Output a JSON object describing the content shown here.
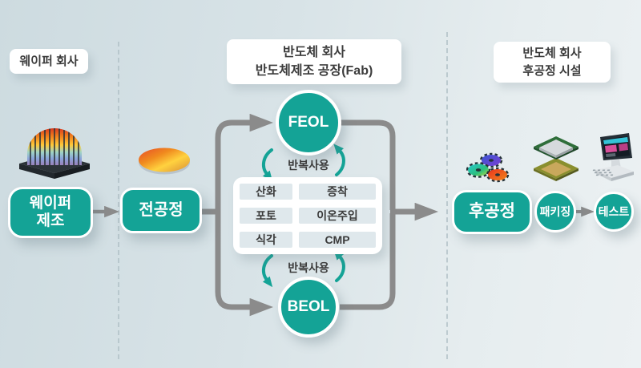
{
  "left": {
    "header": "웨이퍼 회사",
    "node_line1": "웨이퍼",
    "node_line2": "제조"
  },
  "fab": {
    "header_line1": "반도체 회사",
    "header_line2": "반도체제조 공장(Fab)",
    "front_node": "전공정",
    "feol": "FEOL",
    "beol": "BEOL",
    "repeat_top": "반복사용",
    "repeat_bottom": "반복사용",
    "steps": [
      "산화",
      "증착",
      "포토",
      "이온주입",
      "식각",
      "CMP"
    ]
  },
  "backend": {
    "header_line1": "반도체 회사",
    "header_line2": "후공정 시설",
    "node": "후공정",
    "packaging": "패키징",
    "test": "테스트"
  },
  "icons": {
    "wafer_cassette": "wafer-cassette-icon",
    "wafer_disc": "wafer-disc-icon",
    "gears": "gears-icon",
    "chip": "chip-package-icon",
    "computer": "test-computer-icon"
  },
  "colors": {
    "node_teal": "#14a396",
    "connector_gray": "#8b8b8b",
    "text_dark": "#3c3c3c",
    "step_bg": "#dfe8ec",
    "bg_left": "#cfdde2",
    "bg_right": "#ecf1f3"
  }
}
